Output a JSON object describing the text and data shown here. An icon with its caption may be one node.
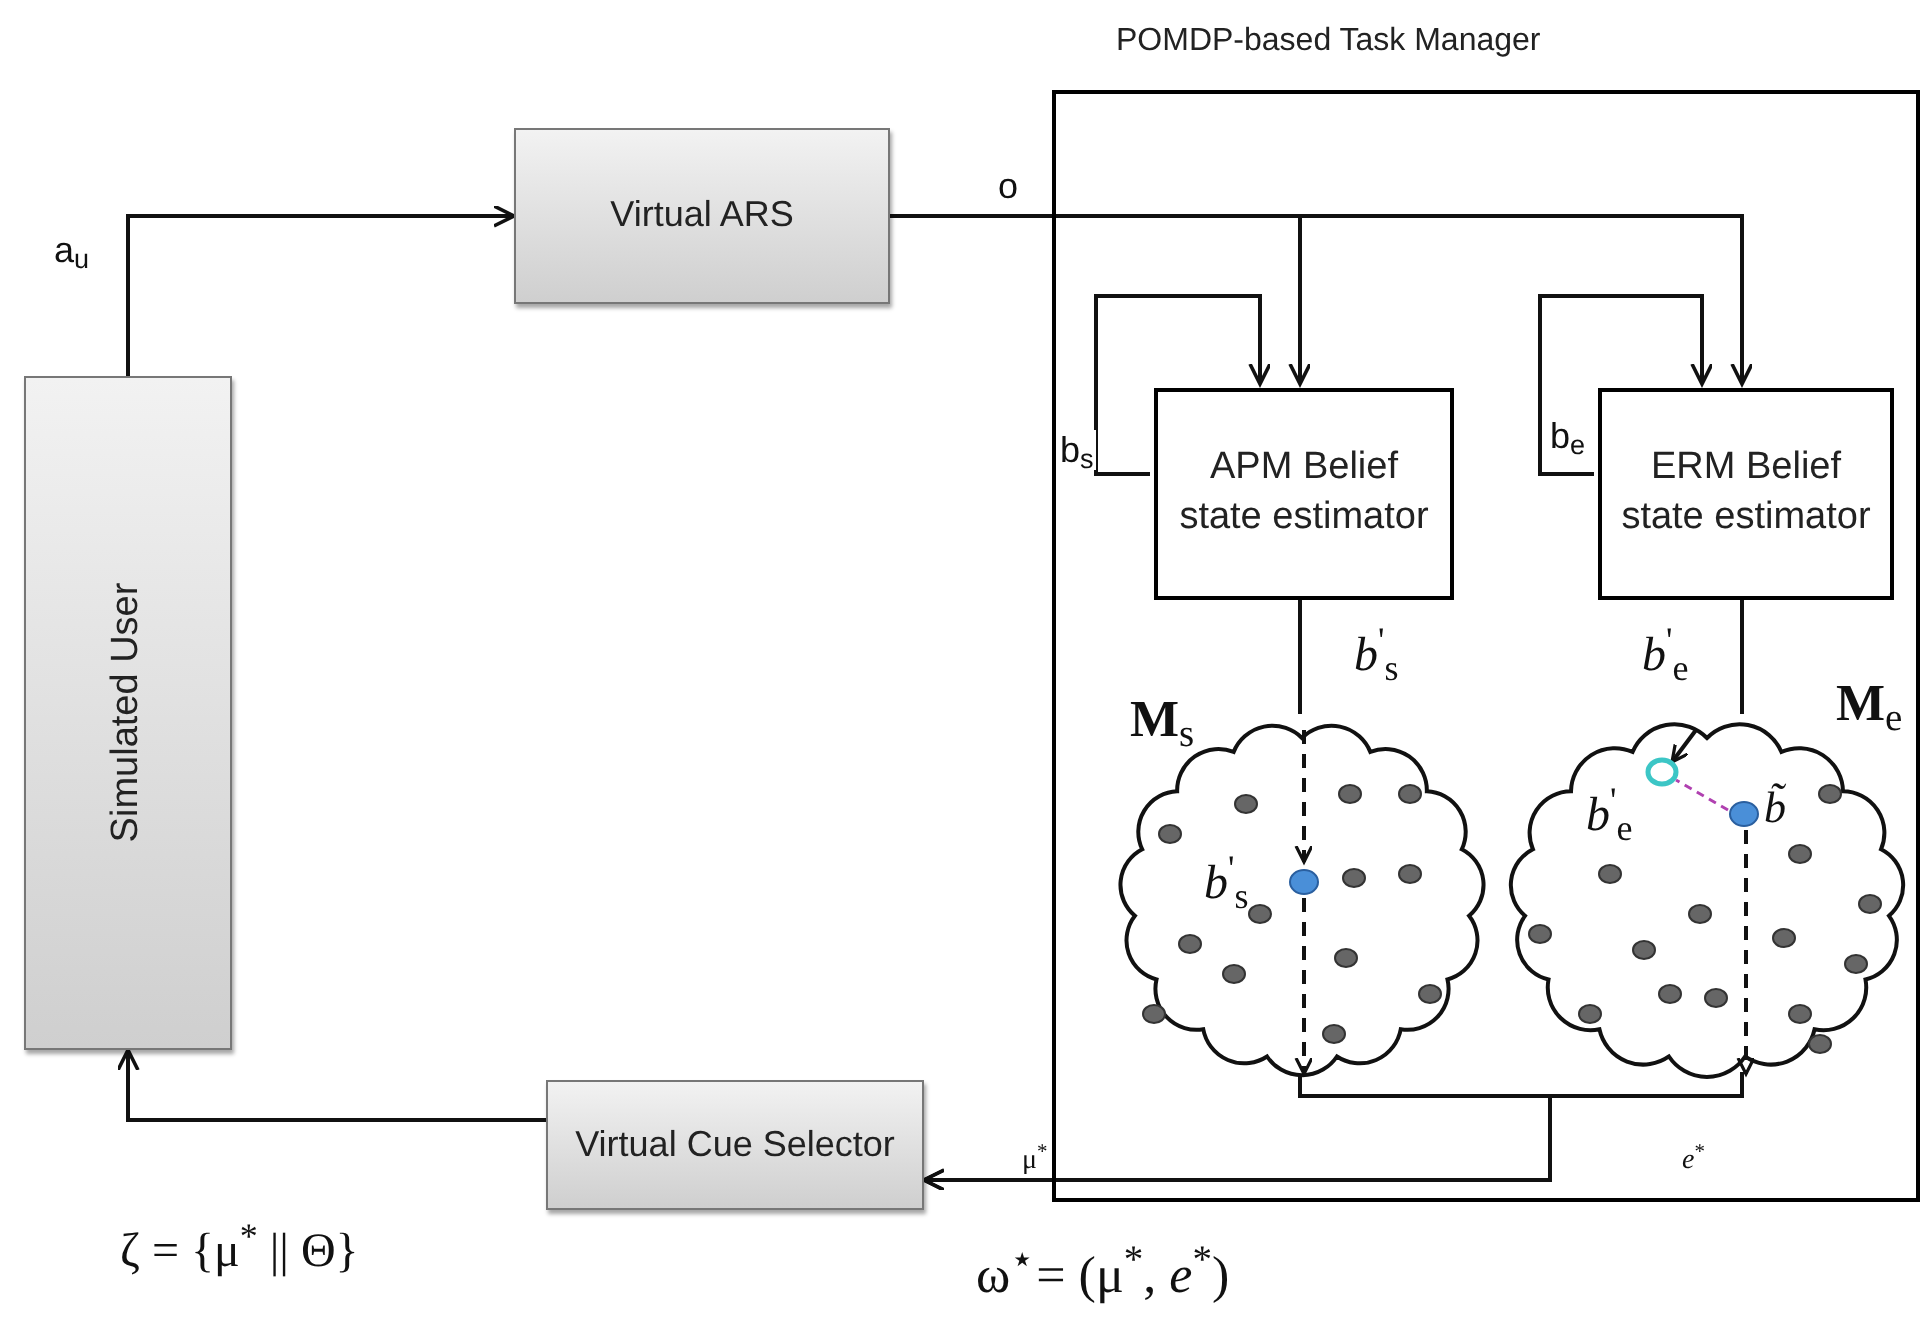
{
  "diagram": {
    "nodes": [
      {
        "text": [
          "Simulated User"
        ]
      },
      {
        "text": [
          "Virtual ARS"
        ]
      },
      {
        "text": [
          "POMDP-based Task Manager"
        ]
      },
      {
        "text": [
          "APM Belief state estimator"
        ],
        "in": 2
      },
      {
        "text": [
          "ERM Belief state estimator"
        ],
        "in": 2
      },
      {
        "text": [],
        "shape": "cloud",
        "in": 2,
        "beside": [
          "**M**$_{s}$"
        ]
      },
      {
        "text": [],
        "shape": "cloud",
        "in": 2,
        "beside": [
          "**M**$_{e}$"
        ]
      },
      {
        "text": [
          "Virtual Cue Selector"
        ]
      }
    ],
    "edges": [
      {
        "from": 0,
        "to": 1,
        "arrow": "to",
        "label": "a$_{u}$"
      },
      {
        "from": 1,
        "to": 3,
        "arrow": "to",
        "label": "o"
      },
      {
        "from": 1,
        "to": 4,
        "arrow": "to"
      },
      {
        "from": 3,
        "to": 3,
        "arrow": "to",
        "label": "b$_{s}$"
      },
      {
        "from": 4,
        "to": 4,
        "arrow": "to",
        "label": "b$_{e}$"
      },
      {
        "from": 3,
        "to": 5,
        "arrow": "none",
        "label": "*b*$^{'}$$_{s}$"
      },
      {
        "from": 4,
        "to": 6,
        "arrow": "none",
        "label": "*b*$^{'}$$_{e}$"
      },
      {
        "from": 5,
        "to": 7,
        "arrow": "to",
        "label": "μ$^{*}$"
      },
      {
        "from": 6,
        "to": 7,
        "arrow": "to",
        "label": "*e*$^{*}$"
      },
      {
        "from": 7,
        "to": 0,
        "arrow": "to"
      }
    ],
    "labels": [
      "*b*$^{'}$$_{s}$",
      "*b*$^{'}$$_{e}$",
      "*b̃*",
      "ζ = {μ$^{*}$ || Θ}",
      "ω$^{⋆}$= (μ$^{*}$, *e*$^{*}$)"
    ]
  }
}
